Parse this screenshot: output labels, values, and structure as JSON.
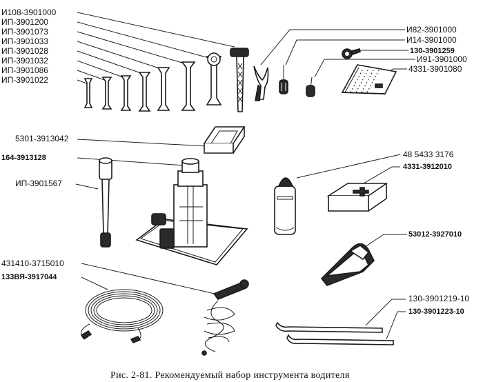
{
  "labels_left_top": [
    "И108-3901000",
    "ИП-3901200",
    "ИП-3901073",
    "ИП-3901033",
    "ИП-3901028",
    "ИП-3901032",
    "ИП-3901086",
    "ИП-3901022"
  ],
  "labels_right_top": [
    "И82-3901000",
    "И14-3901000",
    "130-3901259",
    "И91-3901000",
    "4331-3901080"
  ],
  "labels_middle": {
    "support": "5301-3913042",
    "jack": "164-3913128",
    "wrench_bar": "ИП-3901567",
    "oiler": "48 5433 3176",
    "box": "4331-3912010",
    "chock": "53012-3927010"
  },
  "labels_bottom": {
    "pump": "431410-3715010",
    "hose": "133ВЯ-3917044",
    "lever1": "130-3901219-10",
    "lever2": "130-3901223-10"
  },
  "caption": "Рис. 2-81. Рекомендуемый набор инструмента водителя"
}
